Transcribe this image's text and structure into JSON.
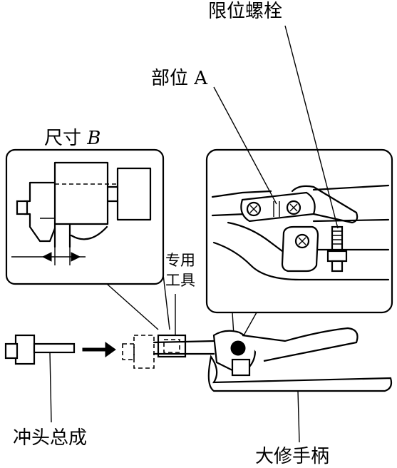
{
  "labels": {
    "limit_bolt": "限位螺栓",
    "part_a": "部位 A",
    "dimension_b_prefix": "尺寸 ",
    "dimension_b_var": "B",
    "special_tool_line1": "专用",
    "special_tool_line2": "工具",
    "punch_assembly": "冲头总成",
    "overhaul_handle": "大修手柄"
  }
}
